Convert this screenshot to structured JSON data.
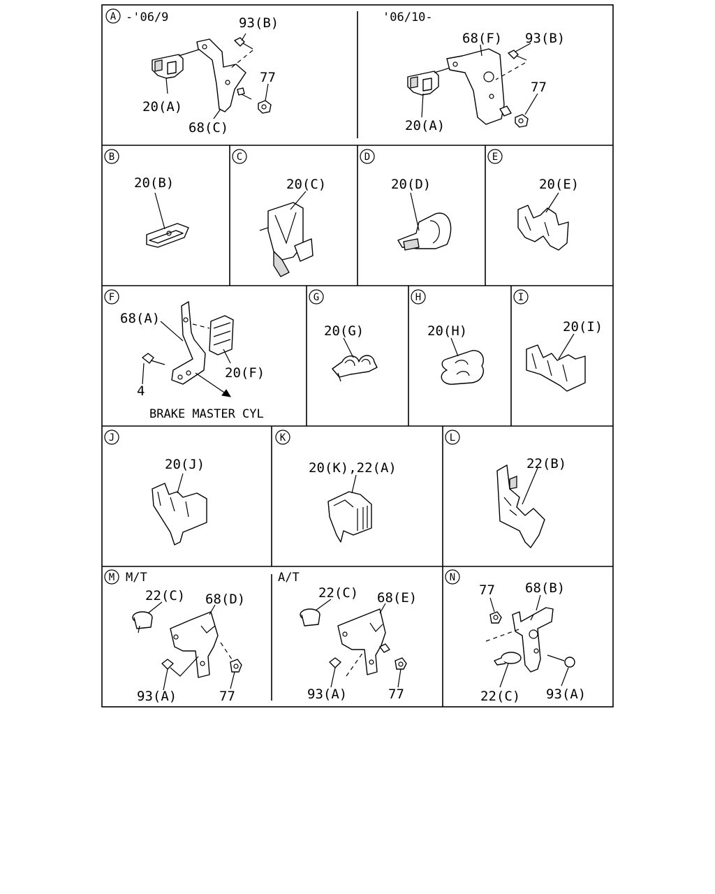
{
  "sections": {
    "A": {
      "circle": "A",
      "left_note": "-'06/9",
      "right_note": "'06/10-",
      "labels": {
        "l93b": "93(B)",
        "l77": "77",
        "l20a": "20(A)",
        "l68c": "68(C)",
        "r68f": "68(F)",
        "r93b": "93(B)",
        "r77": "77",
        "r20a": "20(A)"
      }
    },
    "B": {
      "circle": "B",
      "label": "20(B)"
    },
    "C": {
      "circle": "C",
      "label": "20(C)"
    },
    "D": {
      "circle": "D",
      "label": "20(D)"
    },
    "E": {
      "circle": "E",
      "label": "20(E)"
    },
    "F": {
      "circle": "F",
      "labels": {
        "bracket": "68(A)",
        "clip": "20(F)",
        "bolt": "4"
      },
      "note": "BRAKE MASTER CYL"
    },
    "G": {
      "circle": "G",
      "label": "20(G)"
    },
    "H": {
      "circle": "H",
      "label": "20(H)"
    },
    "I": {
      "circle": "I",
      "label": "20(I)"
    },
    "J": {
      "circle": "J",
      "label": "20(J)"
    },
    "K": {
      "circle": "K",
      "label": "20(K),22(A)"
    },
    "L": {
      "circle": "L",
      "label": "22(B)"
    },
    "M": {
      "circle": "M",
      "mt_note": "M/T",
      "at_note": "A/T",
      "labels": {
        "mt22c": "22(C)",
        "mt68d": "68(D)",
        "mt93a": "93(A)",
        "mt77": "77",
        "at22c": "22(C)",
        "at68e": "68(E)",
        "at93a": "93(A)",
        "at77": "77"
      }
    },
    "N": {
      "circle": "N",
      "labels": {
        "n77": "77",
        "n68b": "68(B)",
        "n22c": "22(C)",
        "n93a": "93(A)"
      }
    }
  }
}
